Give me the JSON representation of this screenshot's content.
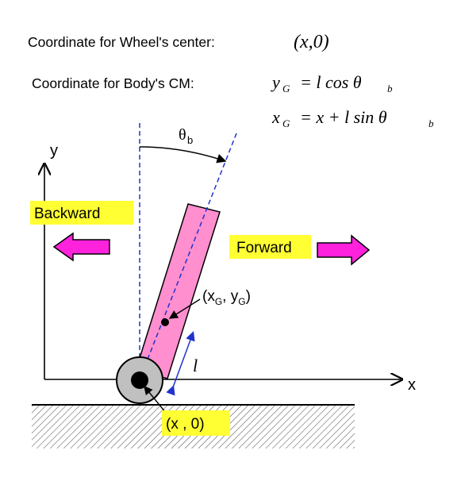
{
  "wheel_center": {
    "label": "Coordinate for Wheel's center:",
    "formula": "(x,0)"
  },
  "body_cm": {
    "label": "Coordinate for Body's CM:",
    "y_var": "y",
    "y_sub": "G",
    "y_rhs": "= l cos θ",
    "y_rhs_sub": "b",
    "x_var": "x",
    "x_sub": "G",
    "x_rhs": "= x + l sin θ",
    "x_rhs_sub": "b"
  },
  "diagram": {
    "theta": "θ",
    "theta_sub": "b",
    "y_axis_label": "y",
    "x_axis_label": "x",
    "backward_label": "Backward",
    "forward_label": "Forward",
    "cm_label_open": "(x",
    "cm_label_sub1": "G",
    "cm_label_mid": ", y",
    "cm_label_sub2": "G",
    "cm_label_close": ")",
    "length_label": "l",
    "wheel_label": "(x , 0)"
  },
  "colors": {
    "body_fill": "#ff8fce",
    "highlight": "#ffff33",
    "arrow_fill": "#ff22dd",
    "dashed_line": "#2233cc",
    "wheel_fill": "#c0c0c0"
  }
}
